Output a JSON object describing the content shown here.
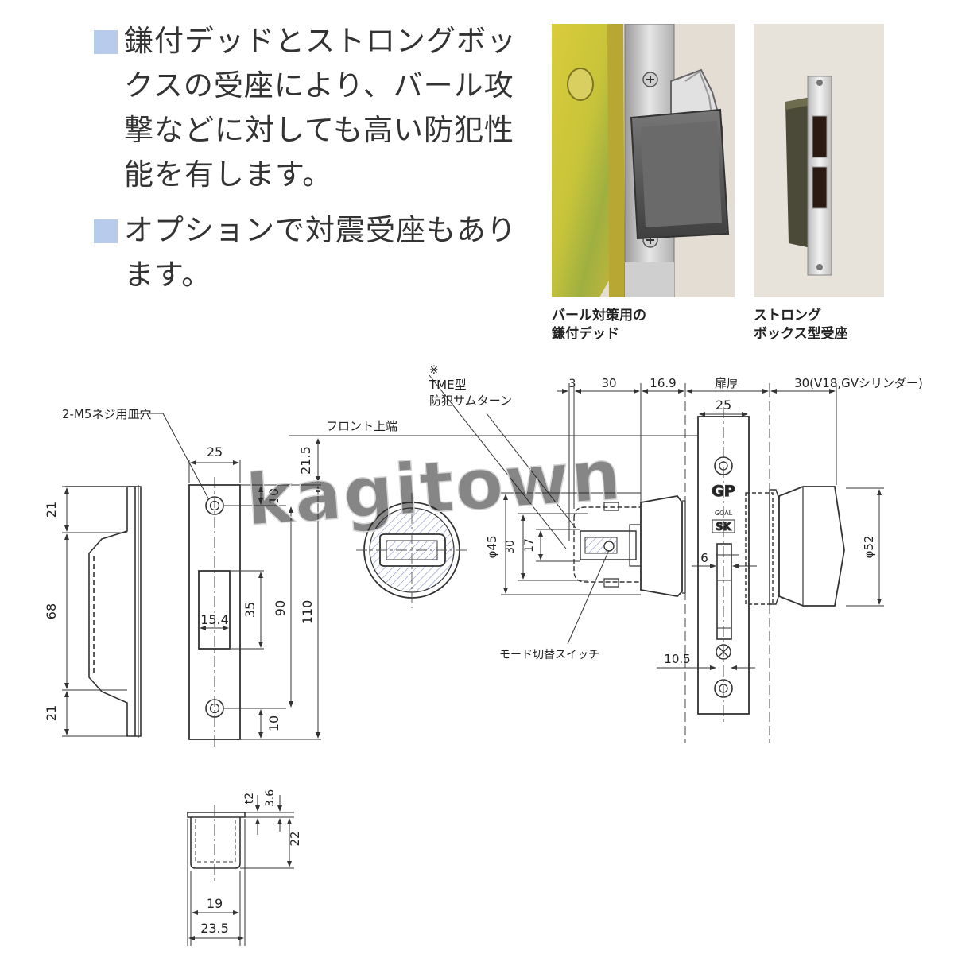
{
  "features": [
    "鎌付デッドとストロングボックスの受座により、バール攻撃などに対しても高い防犯性能を有します。",
    "オプションで対震受座もあります。"
  ],
  "photos": [
    {
      "caption": "バール対策用の\n鎌付デッド"
    },
    {
      "caption": "ストロング\nボックス型受座"
    }
  ],
  "drawing": {
    "strike_plate": {
      "screw_hole_note": "2-M5ネジ用皿穴",
      "dims": {
        "top": "21",
        "middle": "68",
        "bottom": "21",
        "width": "25",
        "hole_top": "10",
        "hole_bottom": "10",
        "opening_h": "35",
        "opening_w": "15.4",
        "pitch": "90",
        "total": "110"
      }
    },
    "box_section": {
      "dims": {
        "t": "t2",
        "rim": "3.6",
        "depth": "22",
        "inner_w": "19",
        "outer_w": "23.5"
      }
    },
    "lock_body": {
      "front_top_label": "フロント上端",
      "turn_note_mark": "※",
      "turn_note": [
        "TME型",
        "防犯サムターン"
      ],
      "mode_switch_label": "モード切替スイッチ",
      "dims": {
        "d1": "3",
        "d2": "30",
        "d3": "16.9",
        "door_thickness": "扉厚",
        "cyl": "30(V18,GVシリンダー)",
        "front_w": "25",
        "front_top": "21.5",
        "turn_dia": "φ45",
        "turn_h": "30",
        "turn_in": "17",
        "cyl_dia": "φ52",
        "bolt": "6",
        "case": "10.5"
      },
      "front_marks": [
        "GP",
        "GOAL",
        "SK"
      ]
    },
    "watermark": "kagitown"
  }
}
